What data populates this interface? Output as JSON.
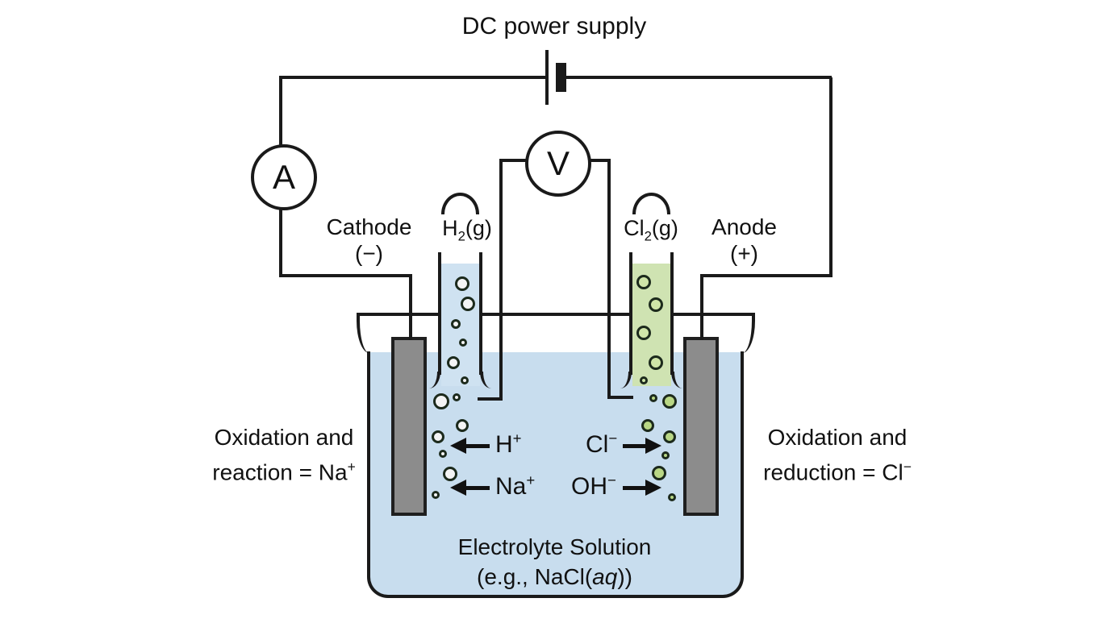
{
  "title": "DC power supply",
  "meters": {
    "ammeter": "A",
    "voltmeter": "V"
  },
  "electrodes": {
    "cathode": {
      "line1": "Cathode",
      "line2": "(−)"
    },
    "anode": {
      "line1": "Anode",
      "line2": "(+)"
    }
  },
  "gases": {
    "h2": {
      "base": "H",
      "sub": "2",
      "state": "(g)"
    },
    "cl2": {
      "base": "Cl",
      "sub": "2",
      "state": "(g)"
    }
  },
  "ions": {
    "h": {
      "base": "H",
      "sup": "+"
    },
    "na": {
      "base": "Na",
      "sup": "+"
    },
    "cl": {
      "base": "Cl",
      "sup": "−"
    },
    "oh": {
      "base": "OH",
      "sup": "−"
    }
  },
  "captions": {
    "left": {
      "line1": "Oxidation and",
      "line2_pre": "reaction = Na",
      "line2_sup": "+"
    },
    "right": {
      "line1": "Oxidation and",
      "line2_pre": "reduction = Cl",
      "line2_sup": "−"
    }
  },
  "solution": {
    "line1": "Electrolyte Solution",
    "line2_pre": "(e.g., NaCl(",
    "line2_italic": "aq",
    "line2_post": "))"
  },
  "colors": {
    "solution_blue": "#c8ddee",
    "hydrogen_tube_fill": "#cfe2f1",
    "chlorine_tube_fill": "#cfe3b2",
    "hydrogen_bubble": "#f4f4f4",
    "chlorine_bubble": "#b9d785",
    "electrode_gray": "#8c8c8c",
    "line_black": "#1a1a1a"
  }
}
